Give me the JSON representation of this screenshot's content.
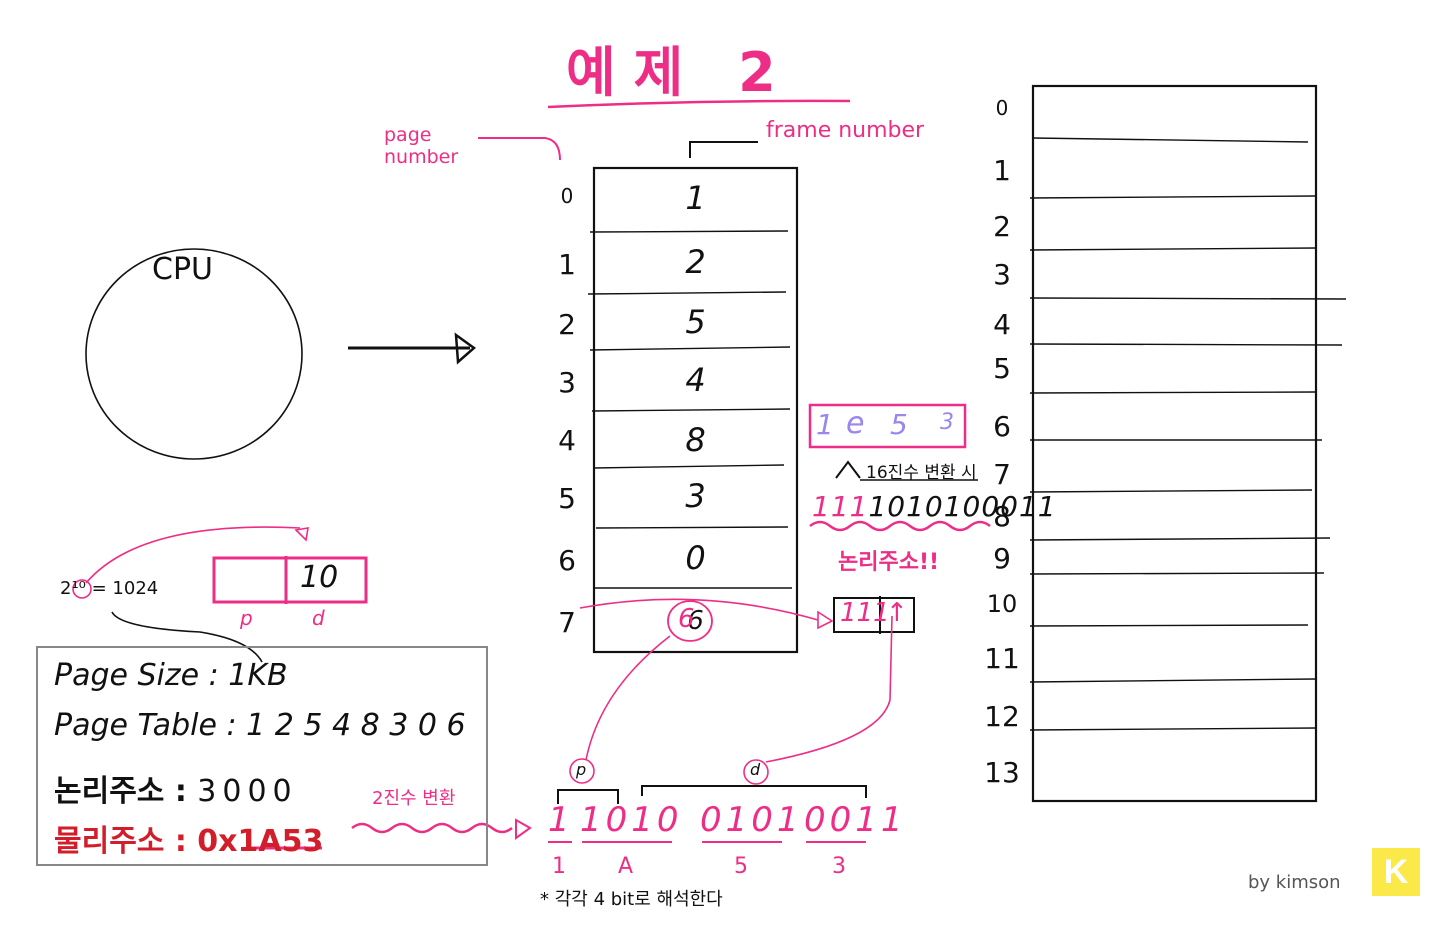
{
  "title": "예제 2",
  "labels": {
    "page_number": "page number",
    "frame_number": "frame number",
    "cpu": "CPU"
  },
  "page_table": {
    "indices": [
      "0",
      "1",
      "2",
      "3",
      "4",
      "5",
      "6",
      "7"
    ],
    "frames": [
      "1",
      "2",
      "5",
      "4",
      "8",
      "3",
      "0",
      "6"
    ]
  },
  "memory": {
    "indices": [
      "0",
      "1",
      "2",
      "3",
      "4",
      "5",
      "6",
      "7",
      "8",
      "9",
      "10",
      "11",
      "12",
      "13"
    ]
  },
  "hex_box": {
    "digits": [
      "1",
      "e",
      "5",
      "3"
    ],
    "caption": "16진수 변환 시",
    "binary": "1111010100011",
    "binary_prefix": "111",
    "binary_rest": "1010100011",
    "logical_note": "논리주소!!"
  },
  "pd_box": {
    "exponent_label": "2¹⁰ = 1024",
    "d_value": "10",
    "p_label": "p",
    "d_label": "d"
  },
  "phys_box": {
    "p": "111",
    "d": "↑"
  },
  "info": {
    "page_size_label": "Page Size",
    "page_size_value": "1KB",
    "page_table_label": "Page Table",
    "page_table_value": "1 2 5 4 8 3 0 6",
    "logical_label": "논리주소",
    "logical_value": "3000",
    "physical_label": "물리주소",
    "physical_value_prefix": "0x",
    "physical_value": "1A53"
  },
  "binary_conversion": {
    "caption": "2진수 변환",
    "p_label": "p",
    "d_label": "d",
    "groups": [
      "1",
      "1010",
      "0101",
      "0011"
    ],
    "hex": [
      "1",
      "A",
      "5",
      "3"
    ],
    "note": "* 각각 4 bit로 해석한다",
    "circled_frame": "6"
  },
  "credit": "by kimson",
  "logo_letter": "K"
}
